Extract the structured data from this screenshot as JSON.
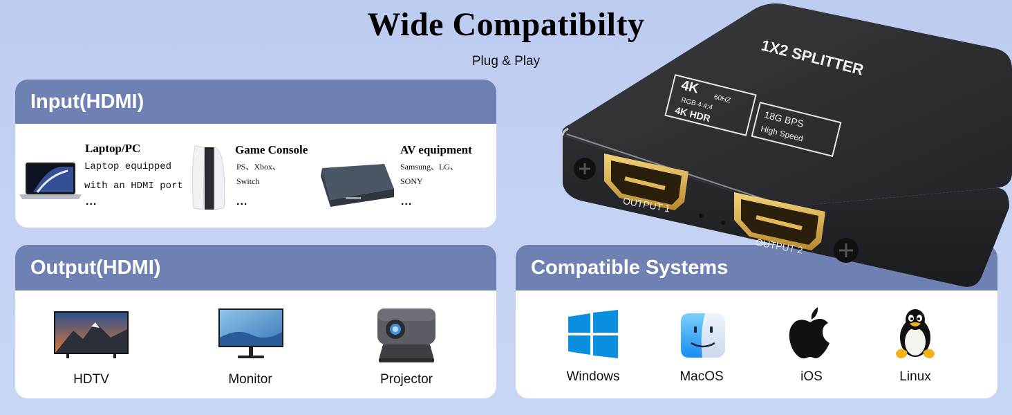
{
  "header": {
    "title": "Wide Compatibilty",
    "subtitle": "Plug & Play"
  },
  "input": {
    "heading": "Input(HDMI)",
    "devices": [
      {
        "name": "Laptop/PC",
        "desc": "Laptop equipped\nwith an HDMI port",
        "more": "...",
        "icon": "laptop-icon"
      },
      {
        "name": "Game Console",
        "desc": "PS、Xbox、\nSwitch",
        "more": "...",
        "icon": "game-console-icon"
      },
      {
        "name": "AV equipment",
        "desc": "Samsung、LG、\nSONY",
        "more": "...",
        "icon": "av-equipment-icon"
      }
    ]
  },
  "output": {
    "heading": "Output(HDMI)",
    "devices": [
      {
        "label": "HDTV",
        "icon": "tv-icon"
      },
      {
        "label": "Monitor",
        "icon": "monitor-icon"
      },
      {
        "label": "Projector",
        "icon": "projector-icon"
      }
    ]
  },
  "systems": {
    "heading": "Compatible Systems",
    "items": [
      {
        "label": "Windows",
        "icon": "windows-logo-icon"
      },
      {
        "label": "MacOS",
        "icon": "macos-finder-icon"
      },
      {
        "label": "iOS",
        "icon": "apple-logo-icon"
      },
      {
        "label": "Linux",
        "icon": "linux-tux-icon"
      }
    ]
  },
  "product": {
    "model": "1X2 SPLITTER",
    "badge_4k": "4K",
    "badge_hz": "60HZ",
    "badge_rgb": "RGB 4:4:4",
    "badge_hdr": "4K HDR",
    "badge_speed": "18G BPS",
    "badge_speed_sub": "High Speed",
    "port1": "OUTPUT 1",
    "port2": "OUTPUT 2"
  },
  "colors": {
    "background": "#c3d1f3",
    "card_header": "#6f80b3",
    "card_body": "#ffffff",
    "device_body": "#2c2d30"
  }
}
